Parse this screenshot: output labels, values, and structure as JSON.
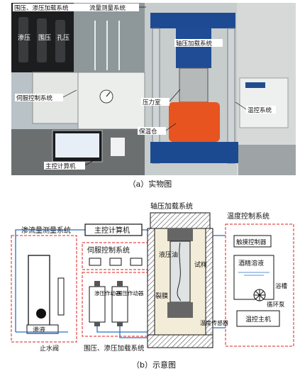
{
  "photo": {
    "caption": "（a）实物图",
    "labels": {
      "confining_loading": "围压、渗压加载系统",
      "flow_measure": "流量测量系统",
      "seepage": "渗压",
      "confining": "围压",
      "pore": "孔压",
      "axial_loading": "轴压加载系统",
      "servo_control": "伺服控制系统",
      "pressure_chamber": "压力室",
      "temp_control": "温控系统",
      "insulation": "保温仓",
      "main_computer": "主控计算机"
    }
  },
  "diagram": {
    "caption": "（b）示意图",
    "labels": {
      "axial_loading": "轴压加载系统",
      "temp_control": "温度控制系统",
      "seepage_measure": "渗流量测量系统",
      "main_computer": "主控计算机",
      "servo_control": "伺服控制系统",
      "hydraulic_oil": "液压油",
      "specimen": "试样",
      "rubber_membrane": "裂膜",
      "temp_sensor": "温度传感器",
      "membrane_controller": "触摸控制器",
      "alcohol_solution": "酒精溶液",
      "bath": "浴槽",
      "circulation_pump": "循环泵",
      "temp_host": "温控主机",
      "seepage_liquid": "渗液",
      "stop_valve": "止水阀",
      "seepage_actuator": "渗压作动器",
      "confining_actuator": "围压作动器",
      "loading_system": "围压、渗压加载系统"
    }
  }
}
